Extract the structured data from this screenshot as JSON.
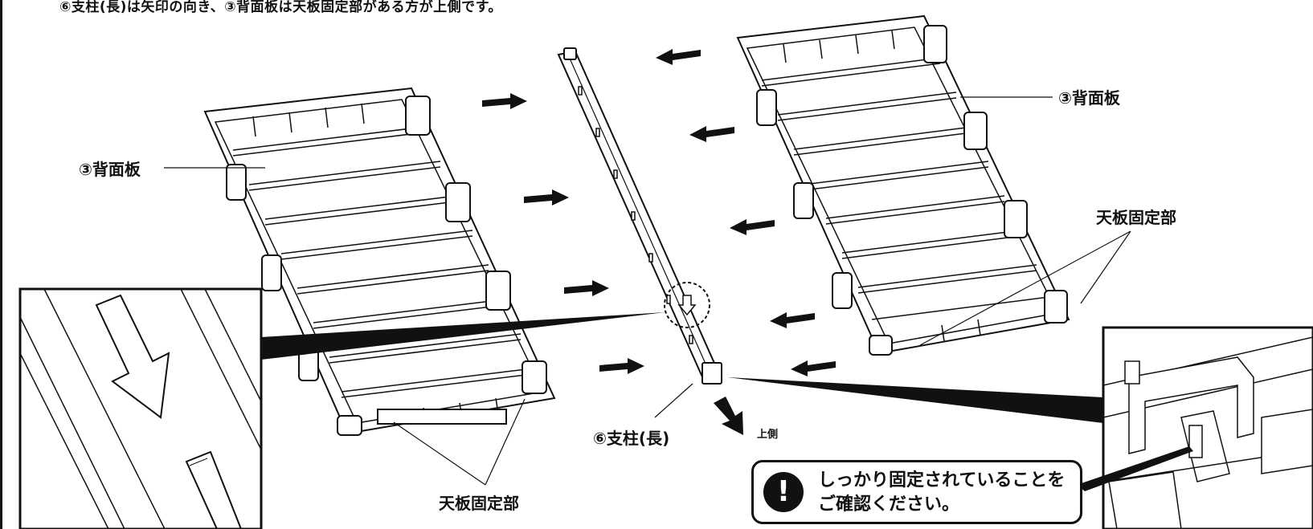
{
  "caption": "⑥支柱(長)は矢印の向き、③背面板は天板固定部がある方が上側です。",
  "labels": {
    "back_panel_left": "③背面板",
    "back_panel_right": "③背面板",
    "post_long": "⑥支柱(長)",
    "top_side": "上側",
    "top_fixing_left": "天板固定部",
    "top_fixing_right": "天板固定部"
  },
  "notice": {
    "icon": "exclamation-icon",
    "line1": "しっかり固定されていることを",
    "line2": "ご確認ください。"
  }
}
